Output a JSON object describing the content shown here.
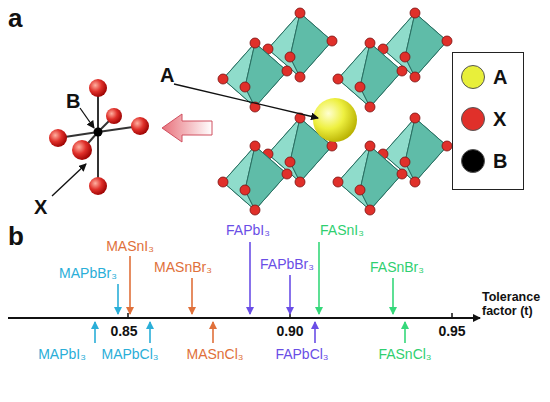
{
  "diagram": {
    "labels": [
      "a",
      "A",
      "B",
      "X",
      "b",
      "MASnI₃",
      "FAPbI₃",
      "FASnI₃",
      "MAPbBr₃",
      "MASnBr₃",
      "FAPbBr₃",
      "FASnBr₃",
      "Tolerance factor (t)",
      "0.85",
      "0.90",
      "0.95",
      "MAPbI₃",
      "MAPbCl₃",
      "MASnCl₃",
      "FAPbCl₃",
      "FASnCl₃"
    ],
    "legend": [
      {
        "text": "A",
        "color": "#e8ef3a"
      },
      {
        "text": "X",
        "color": "#e0302a"
      },
      {
        "text": "B",
        "color": "#000000"
      }
    ]
  }
}
